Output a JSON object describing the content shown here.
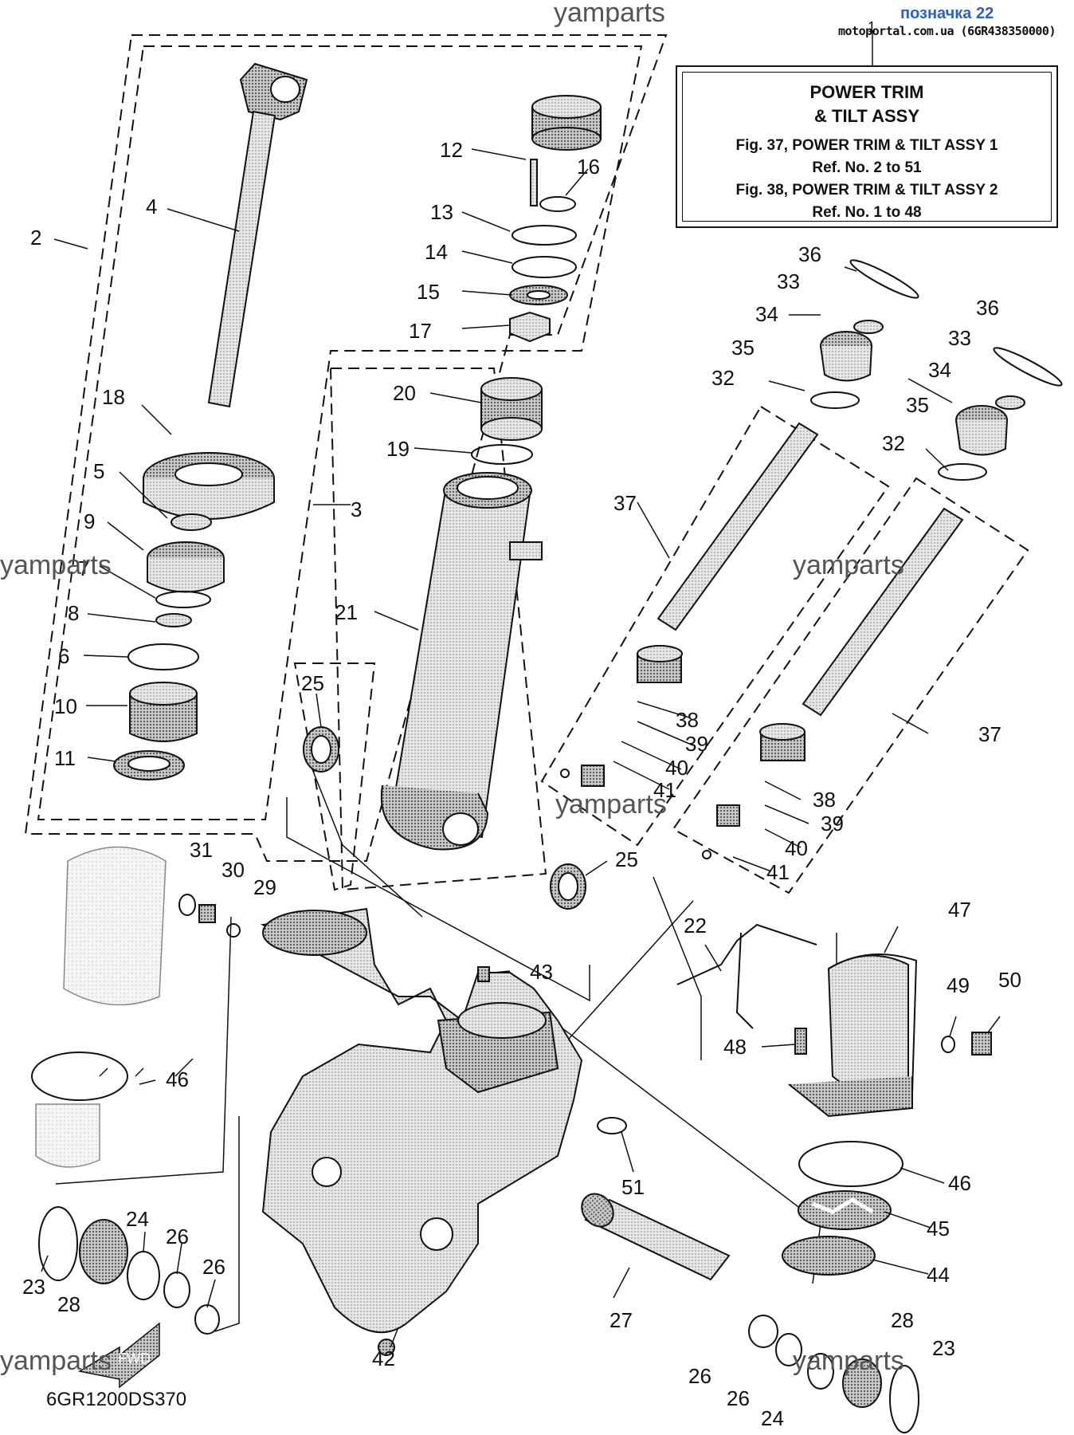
{
  "header": {
    "badge": "позначка 22",
    "site_info": "motoportal.com.ua (6GR438350000)"
  },
  "title_box": {
    "title_line1": "POWER TRIM",
    "title_line2": "& TILT ASSY",
    "ref_line1": "Fig. 37, POWER TRIM & TILT ASSY 1",
    "ref_line2": "Ref. No. 2 to 51",
    "ref_line3": "Fig. 38, POWER TRIM & TILT ASSY 2",
    "ref_line4": "Ref. No. 1 to 48"
  },
  "title_callout": "1",
  "diagram_code": "6GR1200DS370",
  "fwd_label": "FWD",
  "watermark": "yamparts",
  "part_labels": [
    {
      "id": "p2",
      "text": "2"
    },
    {
      "id": "p3",
      "text": "3"
    },
    {
      "id": "p4",
      "text": "4"
    },
    {
      "id": "p5",
      "text": "5"
    },
    {
      "id": "p6",
      "text": "6"
    },
    {
      "id": "p7",
      "text": "7"
    },
    {
      "id": "p8",
      "text": "8"
    },
    {
      "id": "p9",
      "text": "9"
    },
    {
      "id": "p10",
      "text": "10"
    },
    {
      "id": "p11",
      "text": "11"
    },
    {
      "id": "p12",
      "text": "12"
    },
    {
      "id": "p13",
      "text": "13"
    },
    {
      "id": "p14",
      "text": "14"
    },
    {
      "id": "p15",
      "text": "15"
    },
    {
      "id": "p16",
      "text": "16"
    },
    {
      "id": "p17",
      "text": "17"
    },
    {
      "id": "p18",
      "text": "18"
    },
    {
      "id": "p19",
      "text": "19"
    },
    {
      "id": "p20",
      "text": "20"
    },
    {
      "id": "p21",
      "text": "21"
    },
    {
      "id": "p22",
      "text": "22"
    },
    {
      "id": "p23a",
      "text": "23"
    },
    {
      "id": "p23b",
      "text": "23"
    },
    {
      "id": "p24a",
      "text": "24"
    },
    {
      "id": "p24b",
      "text": "24"
    },
    {
      "id": "p25a",
      "text": "25"
    },
    {
      "id": "p25b",
      "text": "25"
    },
    {
      "id": "p26a",
      "text": "26"
    },
    {
      "id": "p26b",
      "text": "26"
    },
    {
      "id": "p26c",
      "text": "26"
    },
    {
      "id": "p26d",
      "text": "26"
    },
    {
      "id": "p27",
      "text": "27"
    },
    {
      "id": "p28a",
      "text": "28"
    },
    {
      "id": "p28b",
      "text": "28"
    },
    {
      "id": "p29",
      "text": "29"
    },
    {
      "id": "p30",
      "text": "30"
    },
    {
      "id": "p31",
      "text": "31"
    },
    {
      "id": "p32a",
      "text": "32"
    },
    {
      "id": "p32b",
      "text": "32"
    },
    {
      "id": "p33a",
      "text": "33"
    },
    {
      "id": "p33b",
      "text": "33"
    },
    {
      "id": "p34a",
      "text": "34"
    },
    {
      "id": "p34b",
      "text": "34"
    },
    {
      "id": "p35a",
      "text": "35"
    },
    {
      "id": "p35b",
      "text": "35"
    },
    {
      "id": "p36a",
      "text": "36"
    },
    {
      "id": "p36b",
      "text": "36"
    },
    {
      "id": "p37a",
      "text": "37"
    },
    {
      "id": "p37b",
      "text": "37"
    },
    {
      "id": "p38a",
      "text": "38"
    },
    {
      "id": "p38b",
      "text": "38"
    },
    {
      "id": "p39a",
      "text": "39"
    },
    {
      "id": "p39b",
      "text": "39"
    },
    {
      "id": "p40a",
      "text": "40"
    },
    {
      "id": "p40b",
      "text": "40"
    },
    {
      "id": "p41a",
      "text": "41"
    },
    {
      "id": "p41b",
      "text": "41"
    },
    {
      "id": "p42",
      "text": "42"
    },
    {
      "id": "p43",
      "text": "43"
    },
    {
      "id": "p44",
      "text": "44"
    },
    {
      "id": "p45",
      "text": "45"
    },
    {
      "id": "p46a",
      "text": "46"
    },
    {
      "id": "p46b",
      "text": "46"
    },
    {
      "id": "p47",
      "text": "47"
    },
    {
      "id": "p48",
      "text": "48"
    },
    {
      "id": "p49",
      "text": "49"
    },
    {
      "id": "p50",
      "text": "50"
    },
    {
      "id": "p51",
      "text": "51"
    }
  ]
}
